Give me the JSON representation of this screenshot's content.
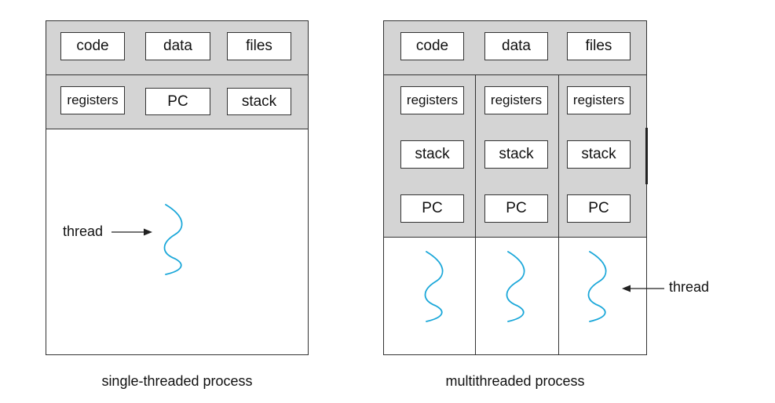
{
  "single": {
    "code": "code",
    "data": "data",
    "files": "files",
    "registers": "registers",
    "pc": "PC",
    "stack": "stack",
    "thread_label": "thread",
    "caption": "single-threaded process"
  },
  "multi": {
    "code": "code",
    "data": "data",
    "files": "files",
    "threads": [
      {
        "registers": "registers",
        "stack": "stack",
        "pc": "PC"
      },
      {
        "registers": "registers",
        "stack": "stack",
        "pc": "PC"
      },
      {
        "registers": "registers",
        "stack": "stack",
        "pc": "PC"
      }
    ],
    "thread_label": "thread",
    "caption": "multithreaded process"
  },
  "colors": {
    "band": "#d4d4d4",
    "thread_wave": "#1aa7d9",
    "border": "#333333"
  }
}
